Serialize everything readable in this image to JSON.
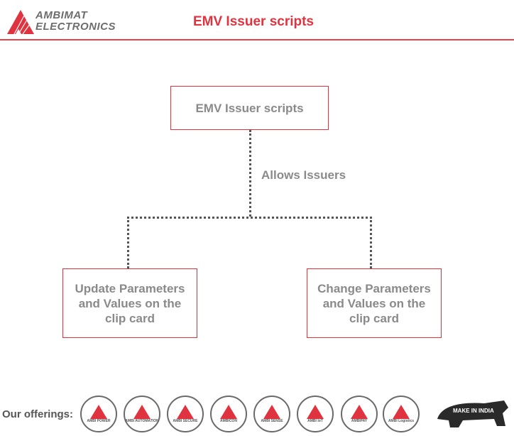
{
  "header": {
    "logo_line1": "AMBIMAT",
    "logo_line2": "ELECTRONICS",
    "title": "EMV Issuer scripts"
  },
  "diagram": {
    "root": "EMV Issuer scripts",
    "edge_label": "Allows Issuers",
    "children": [
      "Update Parameters and Values on the clip card",
      "Change Parameters and Values on the clip card"
    ]
  },
  "footer": {
    "label": "Our offerings:",
    "offerings": [
      "AMBI POWER",
      "AMBI AUTOMATION",
      "AMBI SECURE",
      "AMBICON",
      "AMBI SENSE",
      "AMBI IoT",
      "AMBIPAY",
      "AMBI Logistics"
    ],
    "make_in_india": "MAKE IN INDIA"
  },
  "colors": {
    "accent": "#e03340",
    "text": "#8a8a8a"
  }
}
